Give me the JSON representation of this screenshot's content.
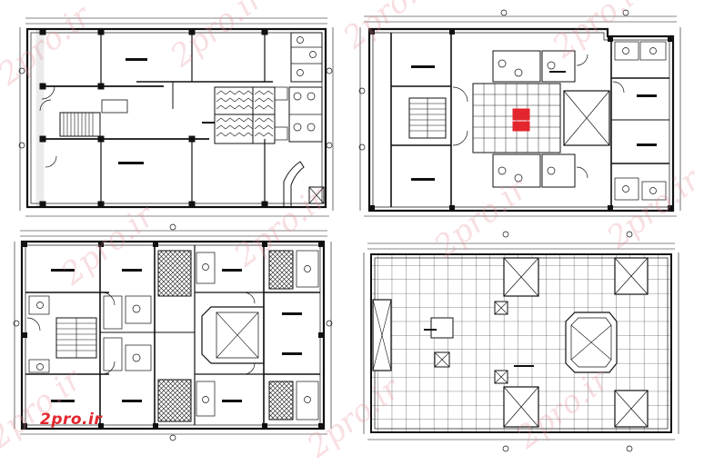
{
  "watermark": {
    "text": "2pro.ir",
    "color": "#e88c96"
  },
  "brand": {
    "text": "2pro.ir",
    "color": "#e3262e"
  },
  "colors": {
    "line": "#111111",
    "accent": "#e3262e"
  },
  "drawings": [
    {
      "id": "plan-top-left",
      "kind": "floor-plan"
    },
    {
      "id": "plan-top-right",
      "kind": "floor-plan"
    },
    {
      "id": "plan-bottom-left",
      "kind": "floor-plan"
    },
    {
      "id": "plan-bottom-right",
      "kind": "roof-plan"
    }
  ]
}
